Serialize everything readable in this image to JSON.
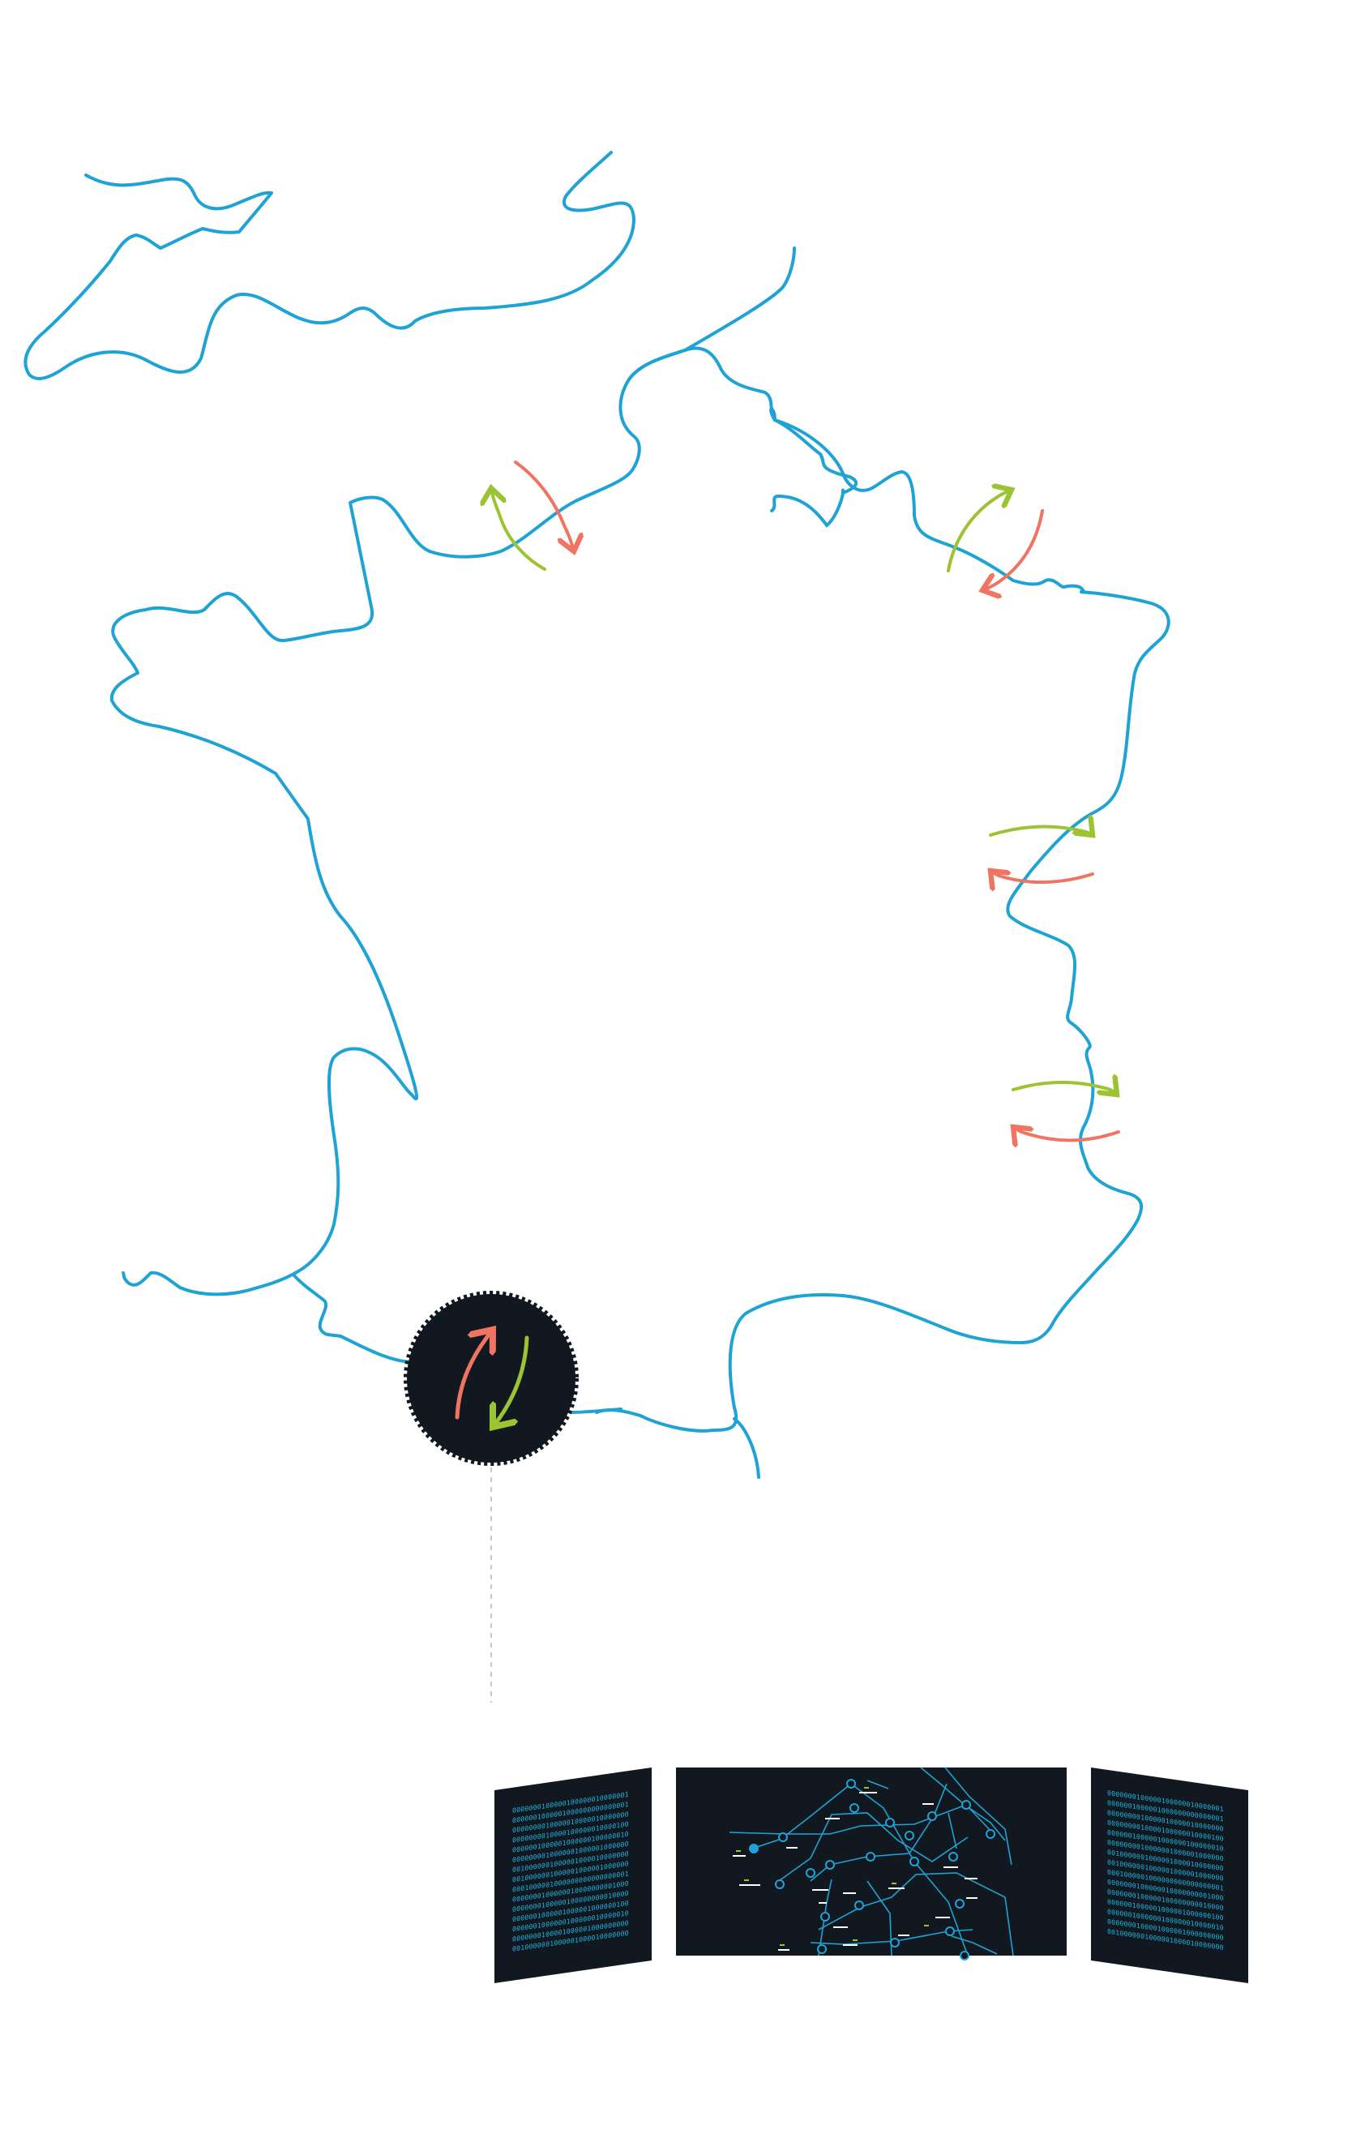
{
  "colors": {
    "coastline": "#1fa3d4",
    "arrow_green": "#9cc332",
    "arrow_red": "#ef7461",
    "badge_bg": "#111820",
    "panel_bg": "#111820",
    "panel_text": "#1fb3de",
    "connector": "#c8c8c8"
  },
  "map": {
    "subject": "France outline with cross-border exchange arrows",
    "exchange_points": [
      {
        "name": "north-channel",
        "icons": [
          "green-arrow-icon",
          "red-arrow-icon"
        ]
      },
      {
        "name": "north-east",
        "icons": [
          "green-arrow-icon",
          "red-arrow-icon"
        ]
      },
      {
        "name": "east-upper",
        "icons": [
          "green-arrow-icon",
          "red-arrow-icon"
        ]
      },
      {
        "name": "east-lower",
        "icons": [
          "green-arrow-icon",
          "red-arrow-icon"
        ]
      }
    ],
    "badge_icon": "exchange-arrows-icon"
  },
  "panels": {
    "left_lines": [
      "0000000100000100000010000001",
      "0000001000001000000000000001",
      "0000000010000010000010000000",
      "0000000010000100000010000100",
      "0000001000001000000100000010",
      "0000000010000001000001000000",
      "0010000001000001000010000000",
      "0010000001000001000001000000",
      "0001000001000000000000000001",
      "0000000100000010000000001000",
      "0000000100000100000000010000",
      "0000001000001000001000000100",
      "0000001000000100000010000010",
      "0000000100001000001000000000",
      "0010000001000001000010000000"
    ],
    "right_lines": [
      "0000000100000100000010000001",
      "0000001000001000000000000001",
      "0000000010000010000010000000",
      "0000000010000100000010000100",
      "0000001000001000000100000010",
      "0000000010000001000001000000",
      "0010000001000001000010000000",
      "0010000001000001000001000000",
      "0001000001000000000000000001",
      "0000000100000010000000001000",
      "0000000100000100000000010000",
      "0000001000001000001000000100",
      "0000001000000100000010000010",
      "0000000100001000001000000000",
      "0010000001000001000010000000"
    ],
    "center": "network-graph"
  }
}
